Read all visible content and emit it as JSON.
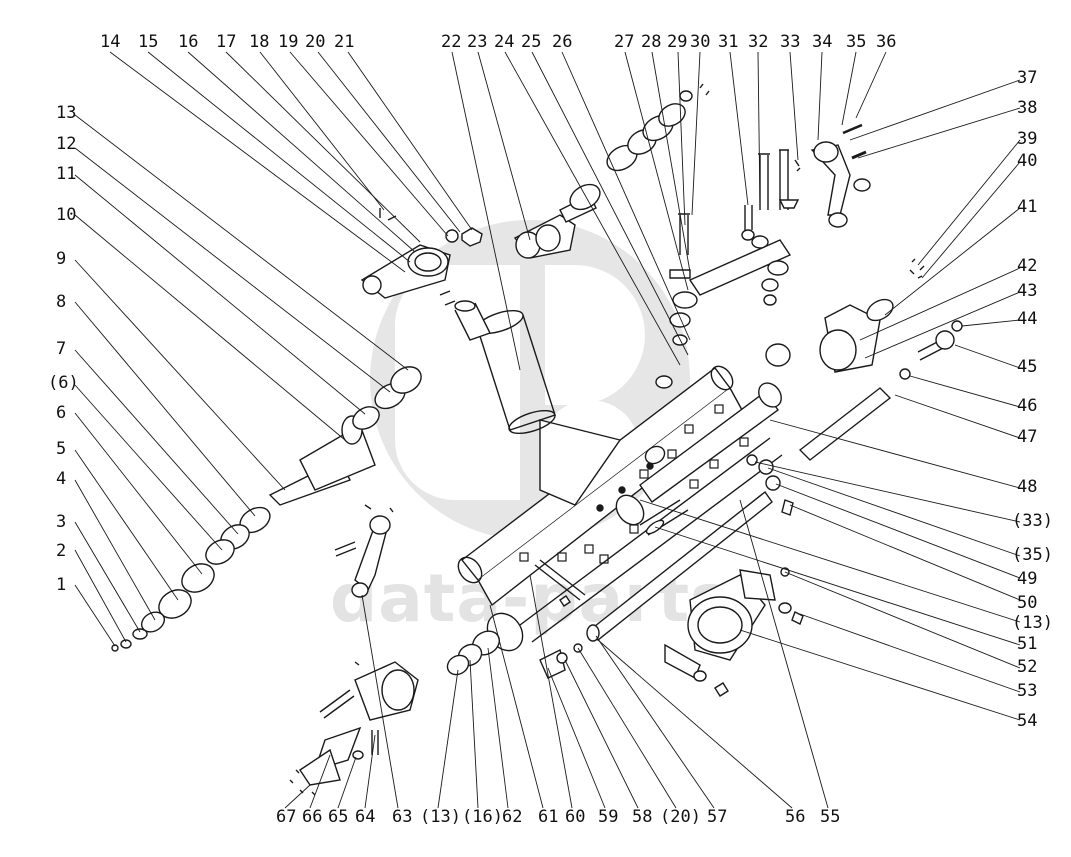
{
  "watermark": {
    "text": "data-parts",
    "color": "#e3e3e3"
  },
  "top_labels": [
    "14",
    "15",
    "16",
    "17",
    "18",
    "19",
    "20",
    "21",
    "22",
    "23",
    "24",
    "25",
    "26",
    "27",
    "28",
    "29",
    "30",
    "31",
    "32",
    "33",
    "34",
    "35",
    "36"
  ],
  "left_labels": [
    "13",
    "12",
    "11",
    "10",
    "9",
    "8",
    "7",
    "(6)",
    "6",
    "5",
    "4",
    "3",
    "2",
    "1"
  ],
  "right_labels": [
    "37",
    "38",
    "39",
    "40",
    "41",
    "42",
    "43",
    "44",
    "45",
    "46",
    "47",
    "48",
    "(33)",
    "(35)",
    "49",
    "50",
    "(13)",
    "51",
    "52",
    "53",
    "54"
  ],
  "bottom_labels": [
    "67",
    "66",
    "65",
    "64",
    "63",
    "(13)",
    "(16)",
    "62",
    "61",
    "60",
    "59",
    "58",
    "(20)",
    "57",
    "56",
    "55"
  ],
  "colors": {
    "line": "#1a1a1a",
    "watermark": "#e3e3e3"
  }
}
